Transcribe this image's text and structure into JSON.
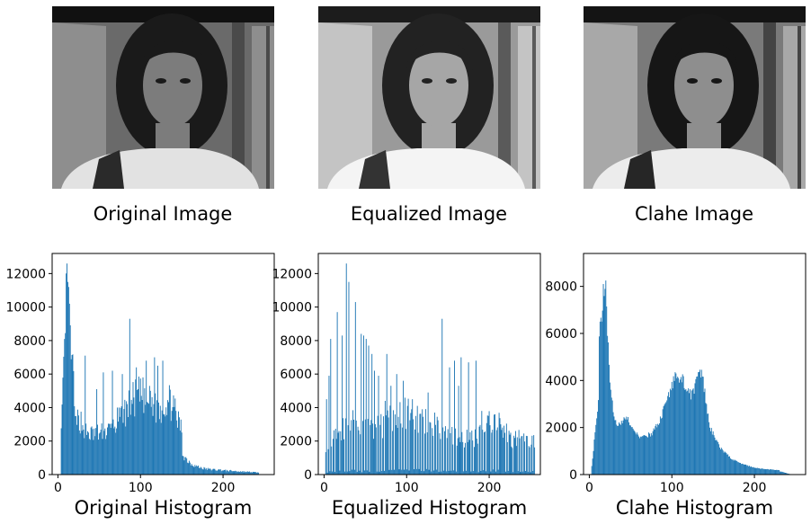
{
  "images": [
    {
      "title": "Original Image",
      "variant": "original"
    },
    {
      "title": "Equalized Image",
      "variant": "equalized"
    },
    {
      "title": "Clahe Image",
      "variant": "clahe"
    }
  ],
  "colors": {
    "bar": "#1f77b4",
    "axis": "#000000",
    "background": "#ffffff"
  },
  "chart_data": [
    {
      "type": "bar",
      "title": "Original Histogram",
      "xlim": [
        -7,
        262
      ],
      "ylim": [
        0,
        13200
      ],
      "xticks": [
        0,
        100,
        200
      ],
      "yticks": [
        0,
        2000,
        4000,
        6000,
        8000,
        10000,
        12000
      ],
      "shape": "original",
      "spikes": [
        [
          11,
          12600
        ],
        [
          12,
          11500
        ],
        [
          13,
          11200
        ],
        [
          14,
          10200
        ],
        [
          33,
          7100
        ],
        [
          47,
          5100
        ],
        [
          55,
          6100
        ],
        [
          66,
          6200
        ],
        [
          72,
          4000
        ],
        [
          78,
          6000
        ],
        [
          87,
          9300
        ],
        [
          95,
          6400
        ],
        [
          107,
          6800
        ],
        [
          112,
          5000
        ],
        [
          117,
          7000
        ],
        [
          121,
          6500
        ],
        [
          127,
          6800
        ],
        [
          138,
          3800
        ]
      ],
      "grid": false
    },
    {
      "type": "bar",
      "title": "Equalized Histogram",
      "xlim": [
        -7,
        262
      ],
      "ylim": [
        0,
        13200
      ],
      "xticks": [
        0,
        100,
        200
      ],
      "yticks": [
        0,
        2000,
        4000,
        6000,
        8000,
        10000,
        12000
      ],
      "shape": "equalized",
      "spikes": [
        [
          3,
          4500
        ],
        [
          6,
          5900
        ],
        [
          8,
          8100
        ],
        [
          16,
          9700
        ],
        [
          22,
          8300
        ],
        [
          27,
          12600
        ],
        [
          30,
          11500
        ],
        [
          38,
          10300
        ],
        [
          45,
          8400
        ],
        [
          48,
          8300
        ],
        [
          51,
          8100
        ],
        [
          54,
          7700
        ],
        [
          58,
          7200
        ],
        [
          61,
          6200
        ],
        [
          66,
          5900
        ],
        [
          74,
          4400
        ],
        [
          76,
          7200
        ],
        [
          81,
          5300
        ],
        [
          88,
          6000
        ],
        [
          96,
          5600
        ],
        [
          101,
          4100
        ],
        [
          106,
          3900
        ],
        [
          113,
          4100
        ],
        [
          119,
          3900
        ],
        [
          126,
          4900
        ],
        [
          134,
          3700
        ],
        [
          143,
          9300
        ],
        [
          152,
          6400
        ],
        [
          158,
          6800
        ],
        [
          163,
          5300
        ],
        [
          166,
          7000
        ],
        [
          175,
          6700
        ],
        [
          184,
          6800
        ],
        [
          191,
          3800
        ],
        [
          199,
          3500
        ],
        [
          207,
          3600
        ],
        [
          214,
          3000
        ],
        [
          217,
          2200
        ],
        [
          226,
          2500
        ],
        [
          232,
          2600
        ],
        [
          246,
          2300
        ]
      ],
      "grid": false
    },
    {
      "type": "bar",
      "title": "Clahe Histogram",
      "xlim": [
        -7,
        262
      ],
      "ylim": [
        0,
        9400
      ],
      "xticks": [
        0,
        100,
        200
      ],
      "yticks": [
        0,
        2000,
        4000,
        6000,
        8000
      ],
      "shape": "clahe",
      "spikes": [],
      "grid": false
    }
  ]
}
